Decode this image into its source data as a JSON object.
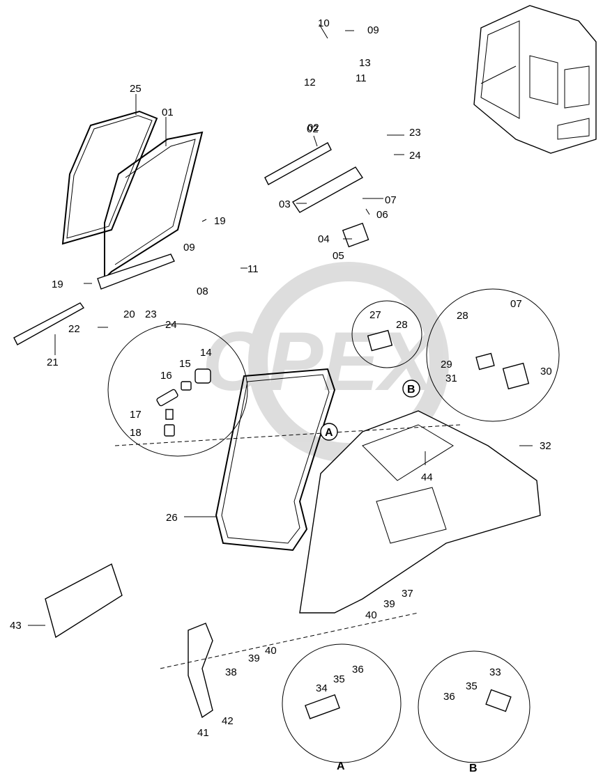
{
  "diagram": {
    "watermark": "OPEX",
    "detail_views": [
      {
        "letter": "A",
        "callout_letter": "A"
      },
      {
        "letter": "B",
        "callout_letter": "B"
      }
    ],
    "parts": [
      {
        "num": "01"
      },
      {
        "num": "02"
      },
      {
        "num": "03"
      },
      {
        "num": "04"
      },
      {
        "num": "05"
      },
      {
        "num": "06"
      },
      {
        "num": "07"
      },
      {
        "num": "08"
      },
      {
        "num": "09"
      },
      {
        "num": "10"
      },
      {
        "num": "11"
      },
      {
        "num": "12"
      },
      {
        "num": "13"
      },
      {
        "num": "14"
      },
      {
        "num": "15"
      },
      {
        "num": "16"
      },
      {
        "num": "17"
      },
      {
        "num": "18"
      },
      {
        "num": "19"
      },
      {
        "num": "20"
      },
      {
        "num": "21"
      },
      {
        "num": "22"
      },
      {
        "num": "23"
      },
      {
        "num": "24"
      },
      {
        "num": "25"
      },
      {
        "num": "26"
      },
      {
        "num": "27"
      },
      {
        "num": "28"
      },
      {
        "num": "29"
      },
      {
        "num": "30"
      },
      {
        "num": "31"
      },
      {
        "num": "32"
      },
      {
        "num": "33"
      },
      {
        "num": "34"
      },
      {
        "num": "35"
      },
      {
        "num": "36"
      },
      {
        "num": "37"
      },
      {
        "num": "38"
      },
      {
        "num": "39"
      },
      {
        "num": "40"
      },
      {
        "num": "41"
      },
      {
        "num": "42"
      },
      {
        "num": "43"
      },
      {
        "num": "44"
      }
    ]
  }
}
